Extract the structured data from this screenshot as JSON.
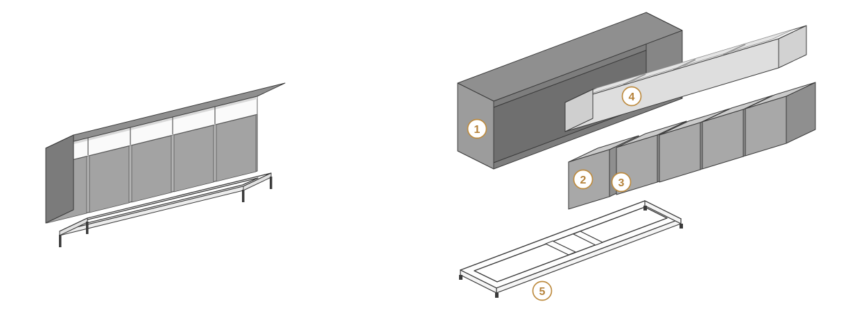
{
  "diagram": {
    "kind": "furniture-exploded-assembly-diagram",
    "callouts": [
      {
        "number": "1"
      },
      {
        "number": "2"
      },
      {
        "number": "3"
      },
      {
        "number": "4"
      },
      {
        "number": "5"
      }
    ],
    "colors": {
      "accent": "#bd8b3f",
      "outline": "#3a3a3a",
      "background": "#ffffff",
      "gray_dark": "#7b7b7b",
      "gray_medium": "#a8a8a8",
      "gray_light": "#dedede"
    }
  }
}
